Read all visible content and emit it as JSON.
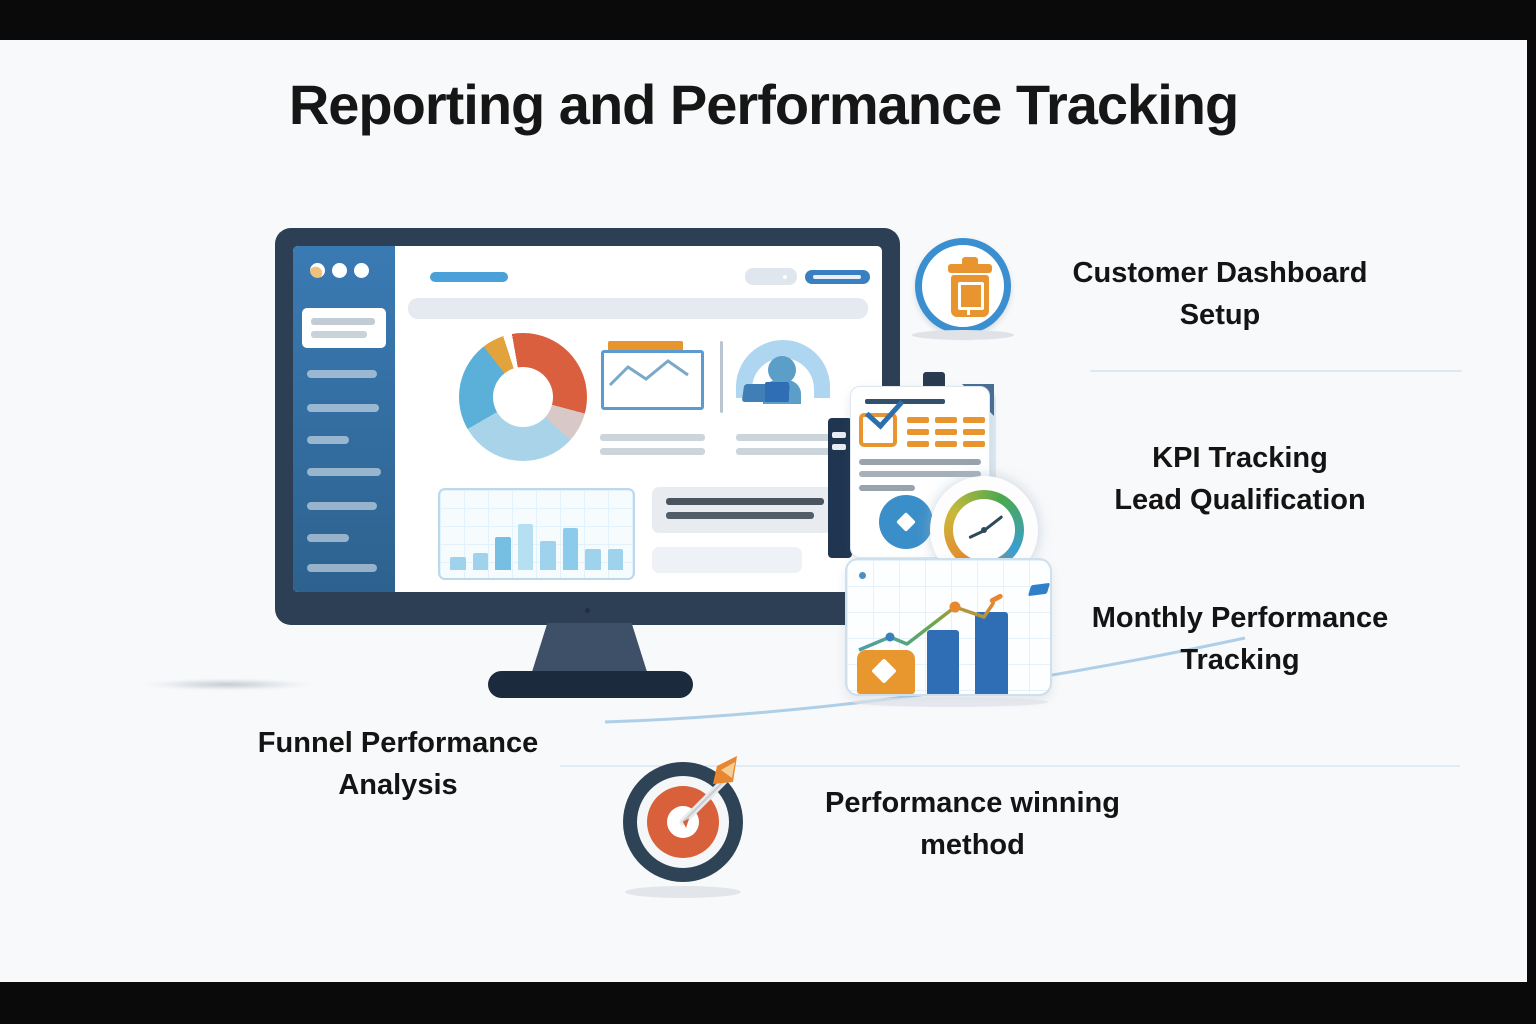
{
  "title": "Reporting and Performance Tracking",
  "callouts": {
    "customer_dashboard": {
      "line1": "Customer Dashboard",
      "line2": "Setup"
    },
    "kpi": {
      "line1": "KPI Tracking",
      "line2": "Lead Qualification"
    },
    "monthly": {
      "line1": "Monthly Performance",
      "line2": "Tracking"
    },
    "funnel": {
      "line1": "Funnel Performance",
      "line2": "Analysis"
    },
    "winning": {
      "line1": "Performance winning",
      "line2": "method"
    }
  },
  "icons": {
    "trash_badge": "trash-can-in-blue-circle",
    "target": "target-with-dart",
    "clock": "multicolor-clock",
    "document": "checklist-document",
    "growth_card": "growth-bar-chart-card",
    "monitor": "analytics-dashboard-monitor",
    "donut": "donut-chart-widget",
    "envelope": "email-report-widget",
    "person": "user-profile-widget"
  },
  "colors": {
    "frame": "#0a0a0a",
    "canvas": "#f8f9fa",
    "text": "#161616",
    "accent_blue": "#3a8fd1",
    "accent_orange": "#e8952f",
    "accent_red": "#d95f3e",
    "bezel_navy": "#2d3f54",
    "sidebar_blue": "#3373ab",
    "bar_blue": "#2f6eb5"
  }
}
